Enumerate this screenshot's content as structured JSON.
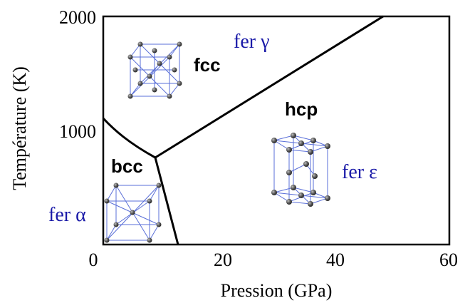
{
  "axes": {
    "x_title": "Pression (GPa)",
    "y_title": "Température (K)",
    "x_ticks": [
      "0",
      "20",
      "40",
      "60"
    ],
    "y_ticks": [
      "1000",
      "2000"
    ]
  },
  "phases": {
    "bcc": {
      "structure_label": "bcc",
      "iron_label": "fer α"
    },
    "fcc": {
      "structure_label": "fcc",
      "iron_label": "fer γ"
    },
    "hcp": {
      "structure_label": "hcp",
      "iron_label": "fer ε"
    }
  },
  "colors": {
    "iron_label": "#1a1aa8",
    "lattice_line": "#5a6fd8",
    "atom": "#555555",
    "boundary": "#000000"
  },
  "icons": {
    "bcc": "bcc-crystal-icon",
    "fcc": "fcc-crystal-icon",
    "hcp": "hcp-crystal-icon"
  }
}
